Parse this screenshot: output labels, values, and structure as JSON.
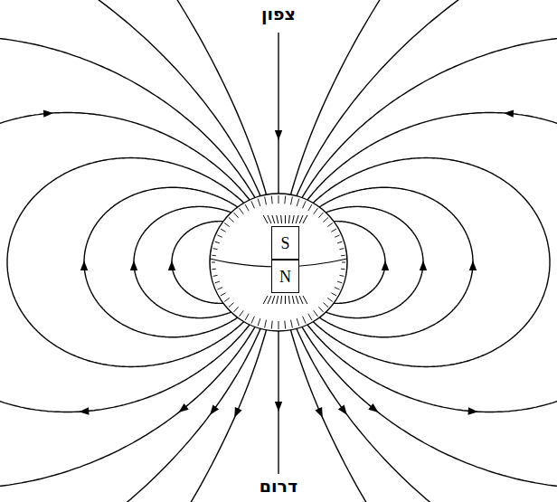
{
  "diagram": {
    "nodes": [
      {
        "text": [
          "S"
        ]
      },
      {
        "text": [
          "N"
        ]
      }
    ],
    "labels": [
      "צפון",
      "דרום"
    ]
  }
}
